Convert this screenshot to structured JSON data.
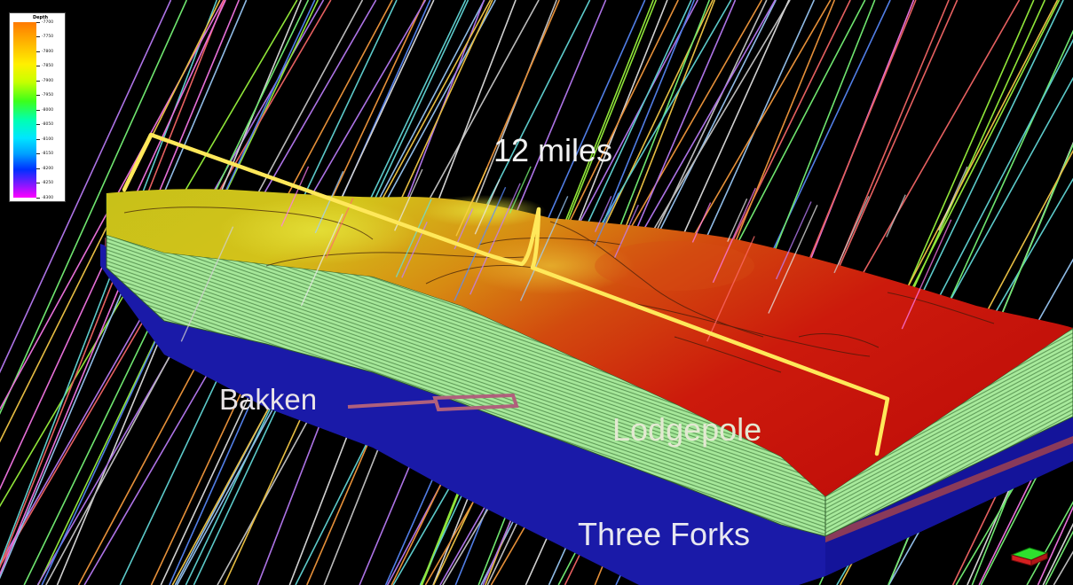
{
  "legend": {
    "title": "Depth",
    "ticks": [
      "-7700",
      "-7750",
      "-7800",
      "-7850",
      "-7900",
      "-7950",
      "-8000",
      "-8050",
      "-8100",
      "-8150",
      "-8200",
      "-8250",
      "-8300"
    ]
  },
  "labels": {
    "scale": "12 miles",
    "bakken": "Bakken",
    "lodgepole": "Lodgepole",
    "three_forks": "Three Forks"
  },
  "colors": {
    "background": "#000000",
    "bracket": "#ffe85a",
    "bakken_marker": "#b0607c",
    "three_forks": "#1a1aa8",
    "lodgepole_side": "#a9eea0",
    "surface_high": "#c8c020",
    "surface_low": "#d01010"
  }
}
